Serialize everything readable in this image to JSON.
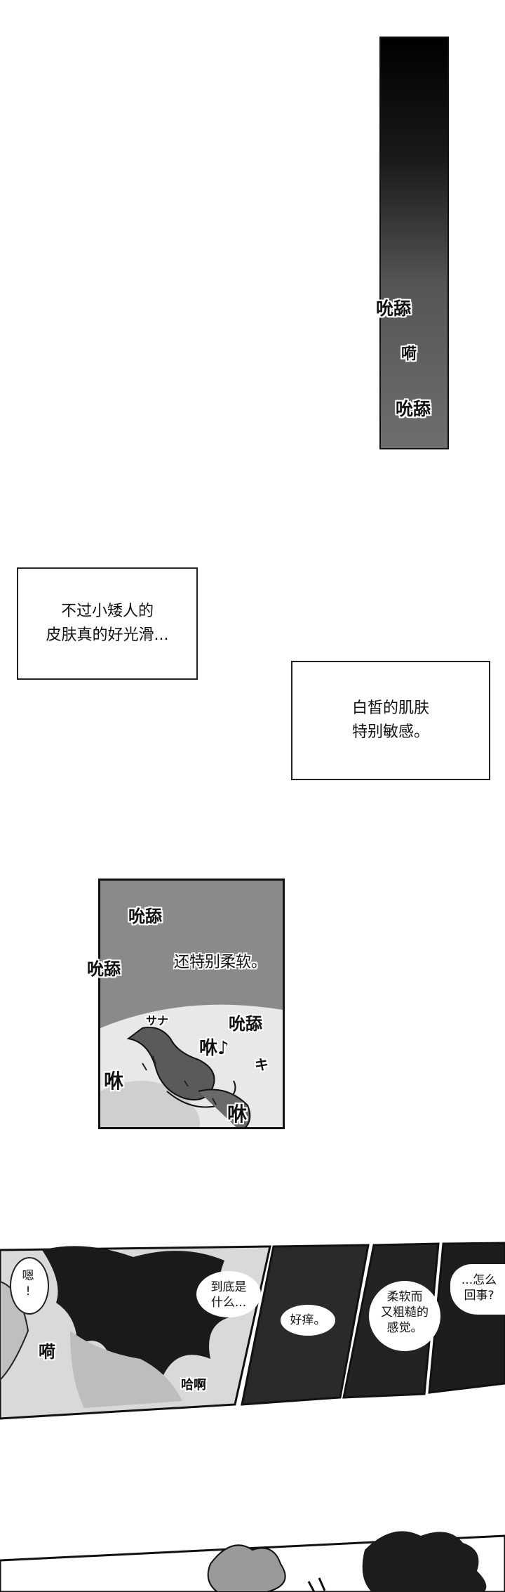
{
  "panel1": {
    "sfx": [
      "吮舔",
      "嗬",
      "吮舔"
    ]
  },
  "narration": {
    "box1": [
      "不过小矮人的",
      "皮肤真的好光滑..."
    ],
    "box2": [
      "白皙的肌肤",
      "特别敏感。"
    ]
  },
  "panel2": {
    "sfx_lick_top": "吮舔",
    "sfx_lick_left": "吮舔",
    "caption": "还特别柔软。",
    "sfx_lick_right": "吮舔",
    "sfx_small": "サナ",
    "sfx_xiu1": "咻",
    "sfx_xiu2": "咻♪",
    "sfx_ki": "キ",
    "sfx_xiu3": "咻"
  },
  "strip": {
    "bubble_en": [
      "嗯",
      "!"
    ],
    "sfx_he": "嗬",
    "bubble_what": [
      "到底是",
      "什么..."
    ],
    "sfx_haa": "哈啊",
    "itchy": "好痒。",
    "soft_rough": [
      "柔软而",
      "又粗糙的",
      "感觉。"
    ],
    "what_happened": [
      "...怎么",
      "回事?"
    ]
  }
}
